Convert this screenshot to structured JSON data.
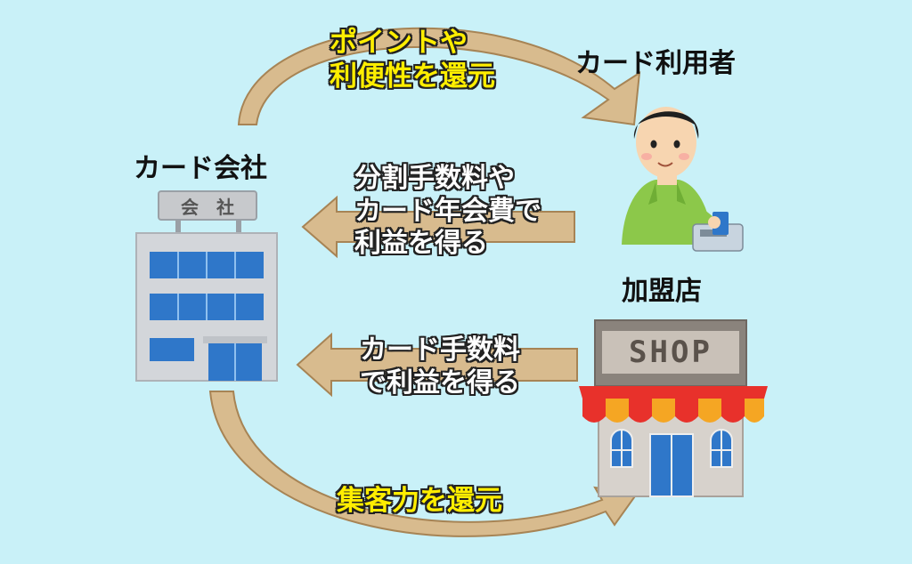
{
  "actors": {
    "card_company": "カード会社",
    "card_user": "カード利用者",
    "merchant": "加盟店"
  },
  "signs": {
    "company_sign": "会　社",
    "shop_sign": "SHOP"
  },
  "flows": {
    "company_to_user": "ポイントや\n利便性を還元",
    "user_to_company": "分割手数料や\nカード年会費で\n利益を得る",
    "shop_to_company": "カード手数料\nで利益を得る",
    "company_to_shop": "集客力を還元"
  },
  "colors": {
    "background": "#c9f1f8",
    "arrow_fill": "#d8bb8e",
    "arrow_stroke": "#a78455",
    "highlight_text": "#ffee00",
    "awning_red": "#e8312b",
    "awning_orange": "#f5a623"
  }
}
